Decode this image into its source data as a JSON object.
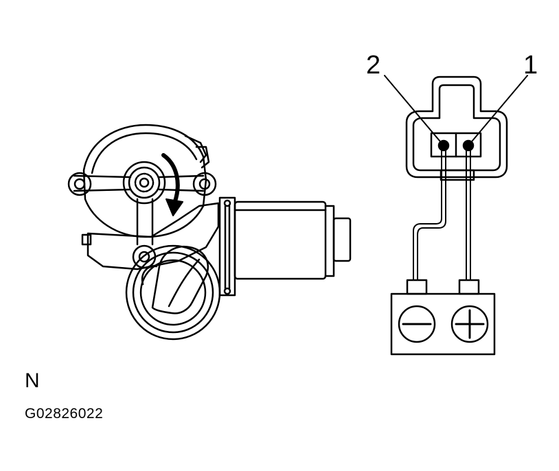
{
  "labels": {
    "pin_2": "2",
    "pin_1": "1",
    "view_letter": "N",
    "figure_code": "G02826022"
  },
  "battery": {
    "negative_symbol": "minus",
    "positive_symbol": "plus"
  },
  "motor": {
    "rotation": "clockwise-arrow"
  },
  "colors": {
    "line": "#000000",
    "background": "#ffffff"
  }
}
